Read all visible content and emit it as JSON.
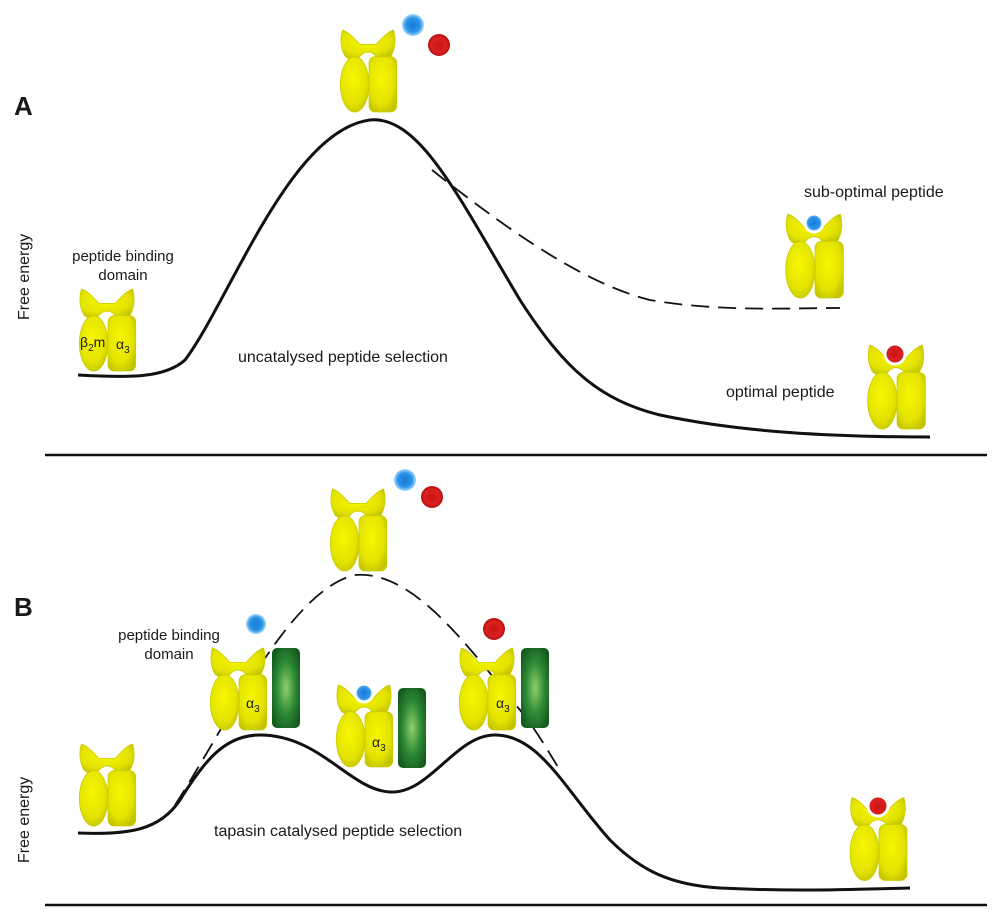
{
  "colors": {
    "mhc_yellow": "#e6e600",
    "mhc_edge": "#c9c900",
    "tapasin_green": "#1e7a2e",
    "suboptimal_peptide": "#1e8fe0",
    "optimal_peptide": "#d81e1e",
    "curve": "#111111"
  },
  "panel_a": {
    "letter": "A",
    "y_axis_label": "Free energy",
    "pbd_label_line1": "peptide binding",
    "pbd_label_line2": "domain",
    "b2m_label_base": "β",
    "b2m_label_sub": "2",
    "b2m_label_m": "m",
    "alpha3_base": "α",
    "alpha3_sub": "3",
    "curve_label": "uncatalysed peptide selection",
    "suboptimal_label": "sub-optimal peptide",
    "optimal_label": "optimal peptide"
  },
  "panel_b": {
    "letter": "B",
    "y_axis_label": "Free energy",
    "pbd_label_line1": "peptide binding",
    "pbd_label_line2": "domain",
    "alpha3_base": "α",
    "alpha3_sub": "3",
    "curve_label": "tapasin catalysed peptide selection"
  },
  "icons": [
    "mhc-molecule-icon",
    "tapasin-icon",
    "peptide-icon"
  ]
}
